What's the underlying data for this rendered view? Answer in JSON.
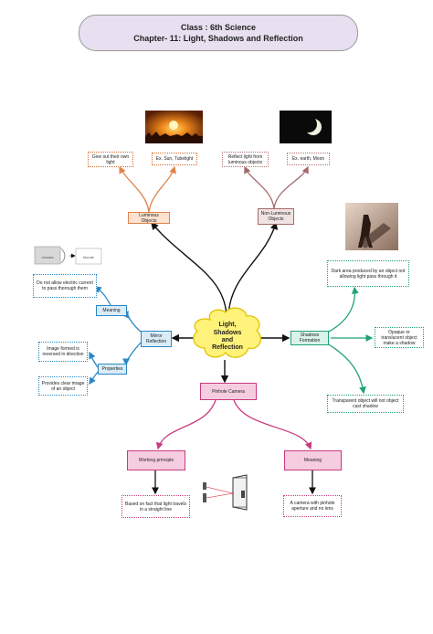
{
  "header": {
    "line1": "Class : 6th Science",
    "line2": "Chapter- 11: Light, Shadows and Reflection"
  },
  "center": {
    "label": "Light, Shadows and Reflection"
  },
  "luminous": {
    "label": "Luminous Objects",
    "meaning": "Give out their own light",
    "example": "Ex. Sun, Tubelight"
  },
  "non_luminous": {
    "label": "Non-Luminous Objects",
    "meaning": "Reflect light from luminous objects",
    "example": "Ex. earth, Moon"
  },
  "mirror": {
    "label": "Mirror Reflection",
    "meaning_label": "Meaning",
    "meaning_text": "Do not allow electric current to pass thorough them",
    "properties_label": "Properties",
    "property_1": "Image formed is reversed in direction",
    "property_2": "Provides clear image of an object",
    "mirror_text": "ninnala",
    "real_text": "blonde"
  },
  "shadows": {
    "label": "Shadows Formation",
    "item_1": "Dark area produced by an object not allowing light pass through it",
    "item_2": "Opaque or translucent object make a shadow",
    "item_3": "Transparent object will not object cast shadow"
  },
  "pinhole": {
    "label": "Pinhole Camera",
    "working_label": "Working principle",
    "working_text": "Based on fact that light travels in a straight line",
    "meaning_label": "Meaning",
    "meaning_text": "A camera with pinhole aperture and no lens"
  },
  "colors": {
    "orange": "#e0824a",
    "brown": "#a36a6a",
    "blue": "#2b87c6",
    "green": "#20a07a",
    "pink": "#c73b7f",
    "center_fill": "#fff27a",
    "header_fill": "#e8e0f0"
  }
}
